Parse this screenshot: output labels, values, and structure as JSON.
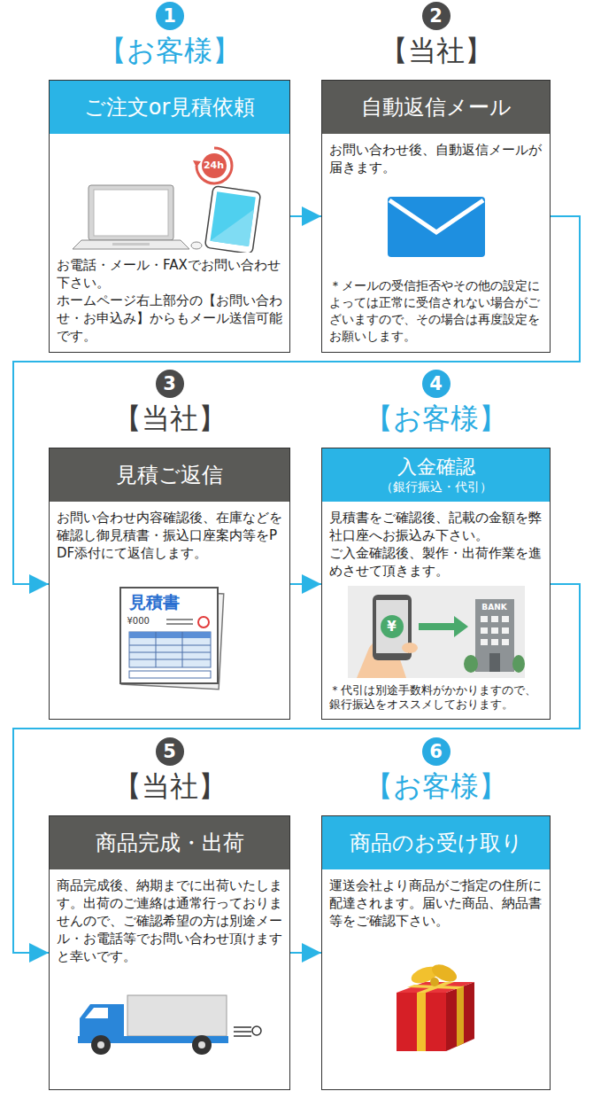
{
  "diagram": {
    "nodes": [
      {
        "text": [
          "1",
          "【お客様】",
          "ご注文or見積依頼",
          "お電話・メール・FAXでお問い合わせ下さい。",
          "ホームページ右上部分の【お問い合わせ・お申込み】からもメール送信可能です。"
        ]
      },
      {
        "text": [
          "2",
          "【当社】",
          "自動返信メール",
          "お問い合わせ後、自動返信メールが届きます。",
          "＊メールの受信拒否やその他の設定によっては正常に受信されない場合がございますので、その場合は再度設定をお願いします。"
        ]
      },
      {
        "text": [
          "3",
          "【当社】",
          "見積ご返信",
          "お問い合わせ内容確認後、在庫などを確認し御見積書・振込口座案内等をPDF添付にて返信します。"
        ]
      },
      {
        "text": [
          "4",
          "【お客様】",
          "入金確認",
          "（銀行振込・代引）",
          "見積書をご確認後、記載の金額を弊社口座へお振込み下さい。",
          "ご入金確認後、製作・出荷作業を進めさせて頂きます。",
          "＊代引は別途手数料がかかりますので、銀行振込をオススメしております。"
        ]
      },
      {
        "text": [
          "5",
          "【当社】",
          "商品完成・出荷",
          "商品完成後、納期までに出荷いたします。出荷のご連絡は通常行っておりませんので、ご確認希望の方は別途メール・お電話等でお問い合わせ頂けますと幸いです。"
        ]
      },
      {
        "text": [
          "6",
          "【お客様】",
          "商品のお受け取り",
          "運送会社より商品がご指定の住所に配達されます。届いた商品、納品書等をご確認下さい。"
        ]
      }
    ],
    "edges": [
      {
        "from": 0,
        "to": 1,
        "arrow": "to"
      },
      {
        "from": 1,
        "to": 2,
        "arrow": "to"
      },
      {
        "from": 2,
        "to": 3,
        "arrow": "to"
      },
      {
        "from": 3,
        "to": 4,
        "arrow": "to"
      },
      {
        "from": 4,
        "to": 5,
        "arrow": "to"
      }
    ],
    "labels": [
      "24h",
      "見積書",
      "¥000",
      "¥",
      "BANK"
    ]
  }
}
